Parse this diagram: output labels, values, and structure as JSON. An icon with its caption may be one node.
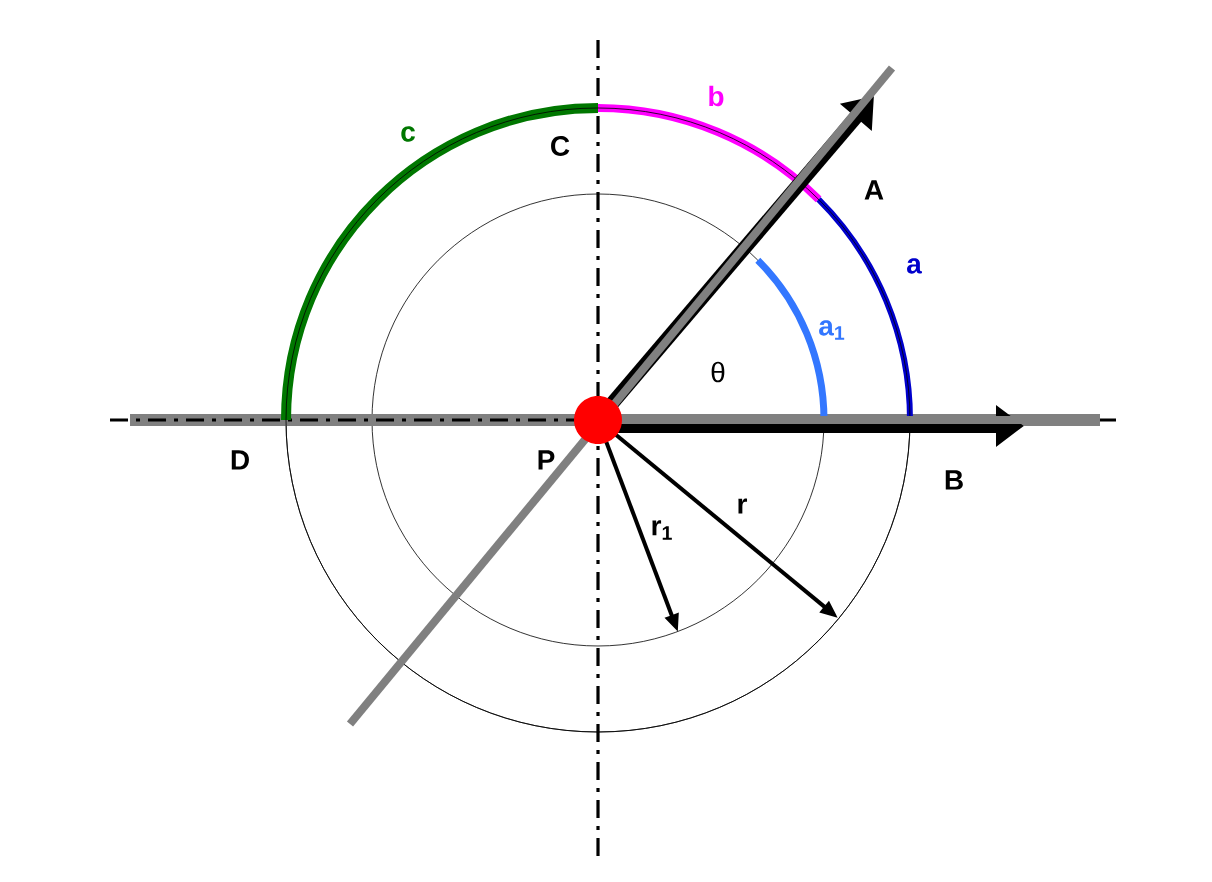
{
  "diagram": {
    "labels": [
      "b",
      "c",
      "C",
      "A",
      "a",
      "a$_{1}$",
      "θ",
      "D",
      "P",
      "B",
      "r$_{1}$",
      "r"
    ]
  }
}
